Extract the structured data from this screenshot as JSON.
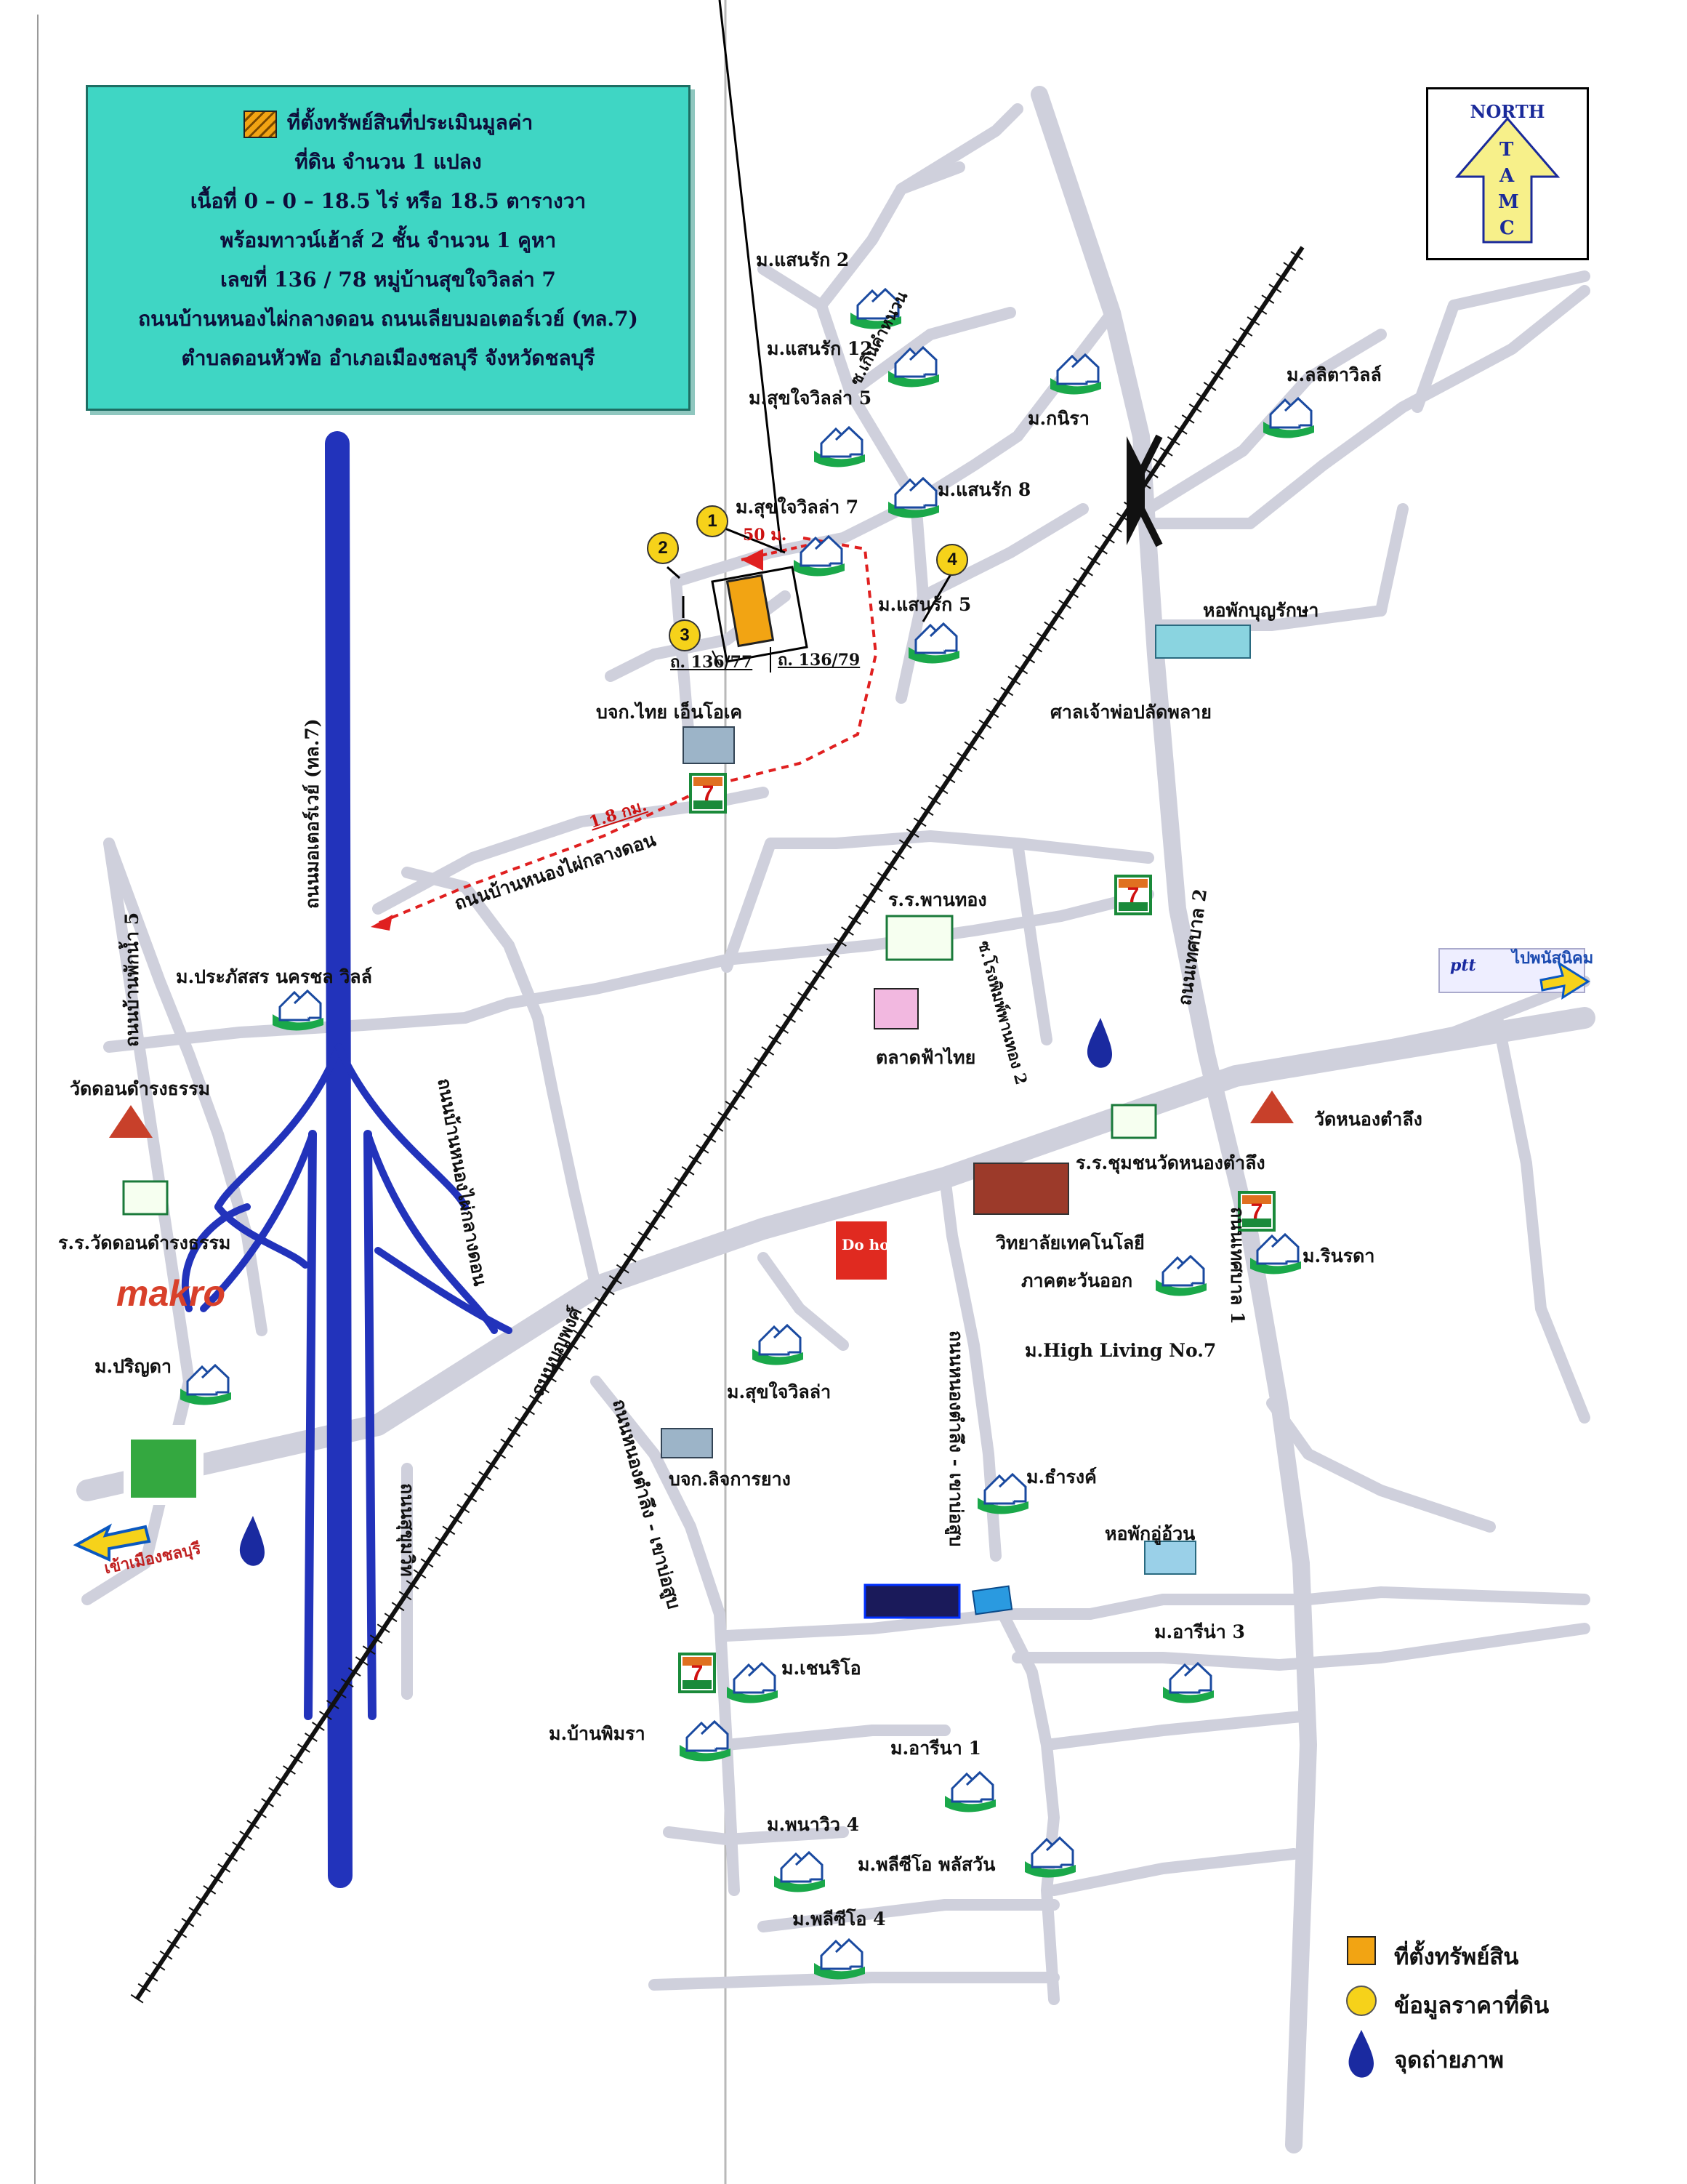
{
  "info_box": {
    "line1": "ที่ตั้งทรัพย์สินที่ประเมินมูลค่า",
    "line2": "ที่ดิน  จำนวน  1  แปลง",
    "line3": "เนื้อที่  0 – 0 – 18.5 ไร่ หรือ 18.5 ตารางวา",
    "line4": "พร้อมทาวน์เฮ้าส์ 2 ชั้น จำนวน 1  คูหา",
    "line5": "เลขที่  136 / 78 หมู่บ้านสุขใจวิลล่า 7",
    "line6": "ถนนบ้านหนองไผ่กลางดอน ถนนเลียบมอเตอร์เวย์ (ทล.7)",
    "line7": "ตำบลดอนหัวฬอ   อำเภอเมืองชลบุรี  จังหวัดชลบุรี"
  },
  "north_arrow": {
    "title": "NORTH",
    "letters": [
      "T",
      "A",
      "M",
      "C"
    ]
  },
  "labels": {
    "sansak2": "ม.แสนรัก 2",
    "sansak12": "ม.แสนรัก 12",
    "sukjai5": "ม.สุขใจวิลล่า 5",
    "khanitra": "ม.กนิรา",
    "lalita": "ม.ลลิตาวิลล์",
    "soi_nong": "ซ.เกินคำหนวน",
    "sukjai7": "ม.สุขใจวิลล่า 7",
    "sansak8": "ม.แสนรัก 8",
    "dist_50m": "50 ม.",
    "sansak5": "ม.แสนรัก 5",
    "dorm_boonrak": "หอพักบุญรักษา",
    "plot_136_77": "ถ. 136/77",
    "plot_136_79": "ถ. 136/79",
    "thai_ninok": "บจก.ไทย เอ็นโอเค",
    "shrine": "ศาลเจ้าพ่อปลัดพลาย",
    "motorway": "ถนนมอเตอร์เวย์ (ทล.7)",
    "dist_18km": "1.8 กม.",
    "road_nongphai": "ถนนบ้านหนองไผ่กลางดอน",
    "school_phanthong": "ร.ร.พานทอง",
    "road_thetsaban2": "ถนนเทศบาล 2",
    "road_nambok5": "ถนนบ้านพักน้ำ 5",
    "prapatsorn": "ม.ประภัสสร นครชล วิลล์",
    "soi_wiman": "ซ.โรงพิมพ์พานทอง 2",
    "talad_fathai": "ตลาดฟ้าไทย",
    "wat_dondamrong": "วัดดอนดำรงธรรม",
    "road_nongphai2": "ถนนบ้านหนองไผ่กลางดอน",
    "school_nongtamlueng": "ร.ร.ชุมชนวัดหนองตำลึง",
    "wat_nongtamlueng": "วัดหนองตำลึง",
    "school_dondamrong": "ร.ร.วัดดอนดำรงธรรม",
    "college1": "วิทยาลัยเทคโนโลยี",
    "college2": "ภาคตะวันออก",
    "rinrada": "ม.รินรดา",
    "road_thetsaban1": "ถนนเทศบาล 1",
    "highliving": "ม.High Living No.7",
    "makro": "makro",
    "parinda": "ม.ปริญดา",
    "sukjai": "ม.สุขใจวิลล่า",
    "road_nongtamlueng": "ถนนหนองตำลึง - เขาบ่อสูบ",
    "road_sukhumvit": "ถนนสุขุมวิท",
    "road_boonphet": "ถนนบุญพงศ์",
    "road_nongtamlueng2": "ถนนหนองตำลึง - เขาบ่อสูบ",
    "lithkan": "บจก.ลิจการยาง",
    "thanarat": "ม.ธำรงค์",
    "dorm_uwan": "หอพักอู่อ้วน",
    "to_chonburi": "เข้าเมืองชลบุรี",
    "arina3": "ม.อารีน่า 3",
    "chanrio": "ม.เชนริโอ",
    "baanphimra": "ม.บ้านพิมรา",
    "arina1": "ม.อารีนา 1",
    "phanawiw4": "ม.พนาวิว 4",
    "pleasio_plus": "ม.พลีซีโอ พลัสวัน",
    "pleasio4": "ม.พลีซีโอ 4",
    "to_east": "ไปพนัสนิคม",
    "dohome": "Do home",
    "ptt": "ptt"
  },
  "pins": [
    "1",
    "2",
    "3",
    "4"
  ],
  "legend": {
    "property": "ที่ตั้งทรัพย์สิน",
    "land_price": "ข้อมูลราคาที่ดิน",
    "photo_point": "จุดถ่ายภาพ"
  },
  "colors": {
    "road": "#cfd0dc",
    "motorway": "#2233bb",
    "railway": "#111111",
    "route": "#e02020",
    "info_bg": "#3fd6c4",
    "pin": "#f6d21a",
    "house_icon": "#1aa84a"
  }
}
